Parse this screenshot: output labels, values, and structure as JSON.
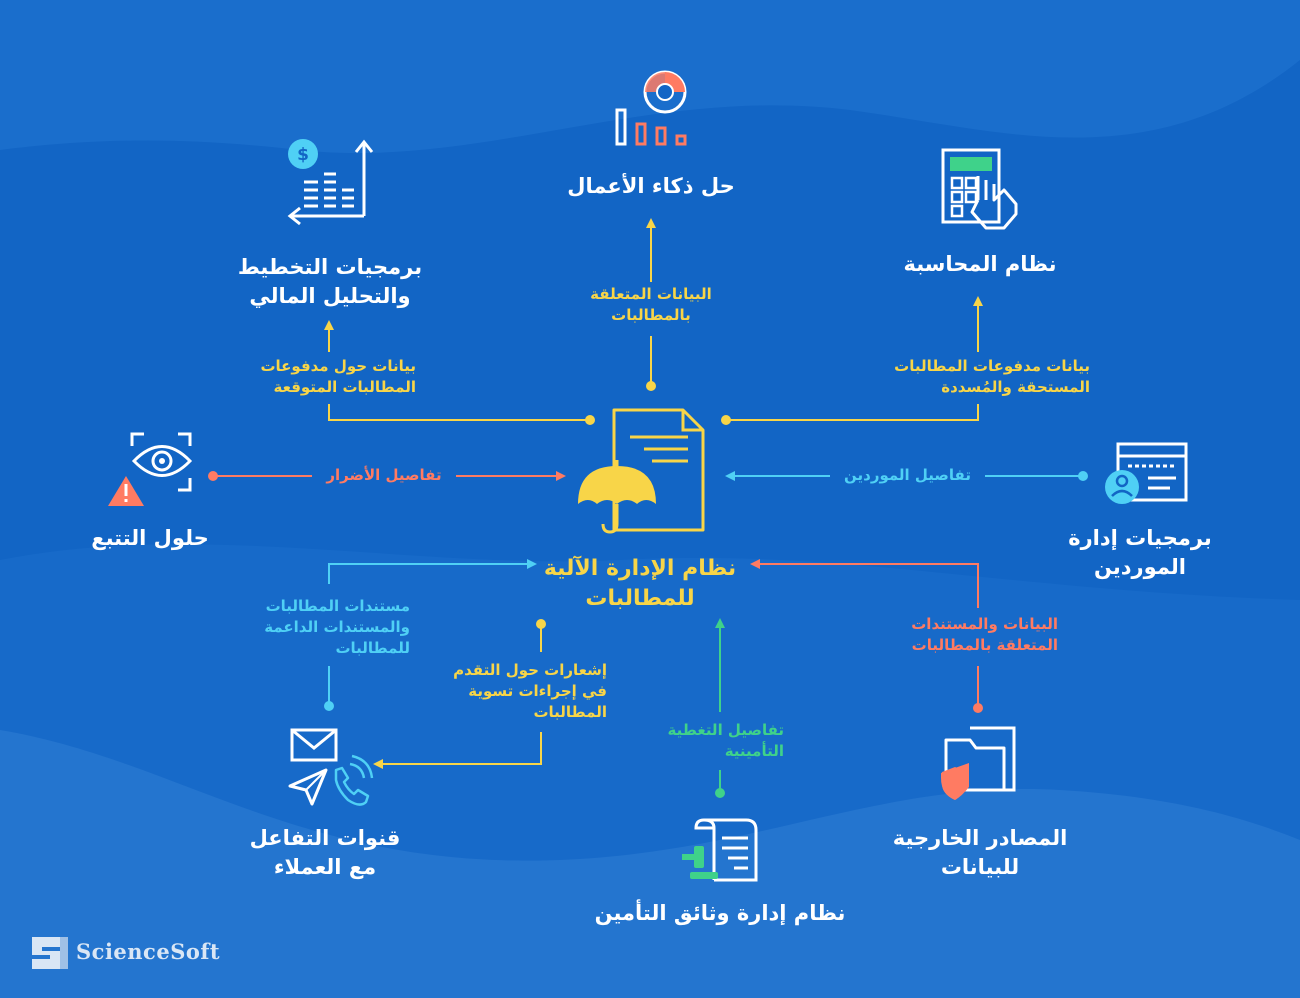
{
  "colors": {
    "background": "#1265c5",
    "wave": "#2f7ed3",
    "yellow": "#f8d548",
    "red": "#ff7b62",
    "blue": "#4fd0f5",
    "green": "#3fd28a",
    "white": "#ffffff"
  },
  "center": {
    "label": "نظام الإدارة الآلية\nللمطالبات",
    "icon": "claim-document-umbrella-icon"
  },
  "nodes": {
    "bi": {
      "label": "حل ذكاء الأعمال",
      "icon": "pie-bar-chart-icon"
    },
    "financial": {
      "label": "برمجيات التخطيط\nوالتحليل المالي",
      "icon": "dollar-growth-chart-icon"
    },
    "accounting": {
      "label": "نظام المحاسبة",
      "icon": "calculator-hand-icon"
    },
    "tracking": {
      "label": "حلول التتبع",
      "icon": "eye-warning-icon"
    },
    "vendor": {
      "label": "برمجيات إدارة\nالموردين",
      "icon": "vendor-screen-icon"
    },
    "channels": {
      "label": "قنوات التفاعل\nمع العملاء",
      "icon": "mail-send-phone-icon"
    },
    "policy": {
      "label": "نظام إدارة وثائق التأمين",
      "icon": "policy-document-gavel-icon"
    },
    "external": {
      "label": "المصادر الخارجية\nللبيانات",
      "icon": "folders-shield-icon"
    }
  },
  "edges": {
    "claims_data_bi": "البيانات المتعلقة\nبالمطالبات",
    "expected_payments": "بيانات حول مدفوعات\nالمطالبات المتوقعة",
    "due_paid_payments": "بيانات مدفوعات المطالبات\nالمستحقة والمُسددة",
    "damage_details": "تفاصيل الأضرار",
    "vendor_details": "تفاصيل الموردين",
    "claim_documents": "مستندات المطالبات\nوالمستندات الداعمة\nللمطالبات",
    "progress_notifications": "إشعارات حول التقدم\nفي إجراءات تسوية\nالمطالبات",
    "coverage_details": "تفاصيل التغطية\nالتأمينية",
    "external_data": "البيانات والمستندات\nالمتعلقة بالمطالبات"
  },
  "logo": {
    "text": "ScienceSoft",
    "icon": "sciencesoft-logo-icon"
  }
}
